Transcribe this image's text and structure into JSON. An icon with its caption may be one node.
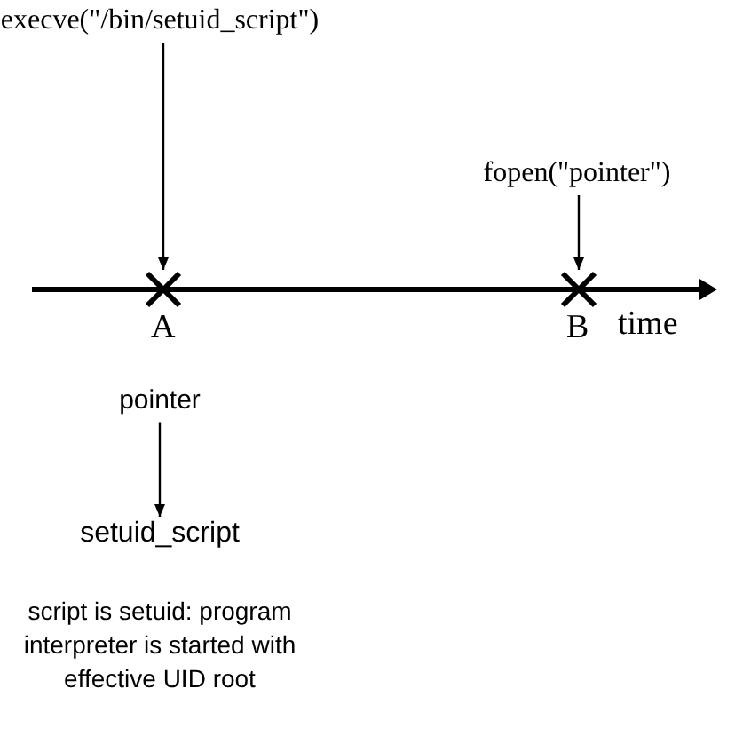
{
  "diagram": {
    "nodes": [
      {
        "text": [
          "execve(\"/bin/setuid_script\")"
        ]
      },
      {
        "text": [],
        "shape": "cross",
        "beside": [
          "A"
        ]
      },
      {
        "text": [
          "fopen(\"pointer\")"
        ]
      },
      {
        "text": [],
        "shape": "cross",
        "beside": [
          "B"
        ]
      },
      {
        "text": [
          "pointer"
        ]
      },
      {
        "text": [
          "setuid_script"
        ]
      }
    ],
    "edges": [
      {
        "from": 0,
        "to": 1,
        "arrow": "to"
      },
      {
        "from": 2,
        "to": 3,
        "arrow": "to"
      },
      {
        "from": 4,
        "to": 5,
        "arrow": "to"
      }
    ],
    "labels": [
      "time",
      "script is setuid: program interpreter is started with effective UID root"
    ]
  }
}
